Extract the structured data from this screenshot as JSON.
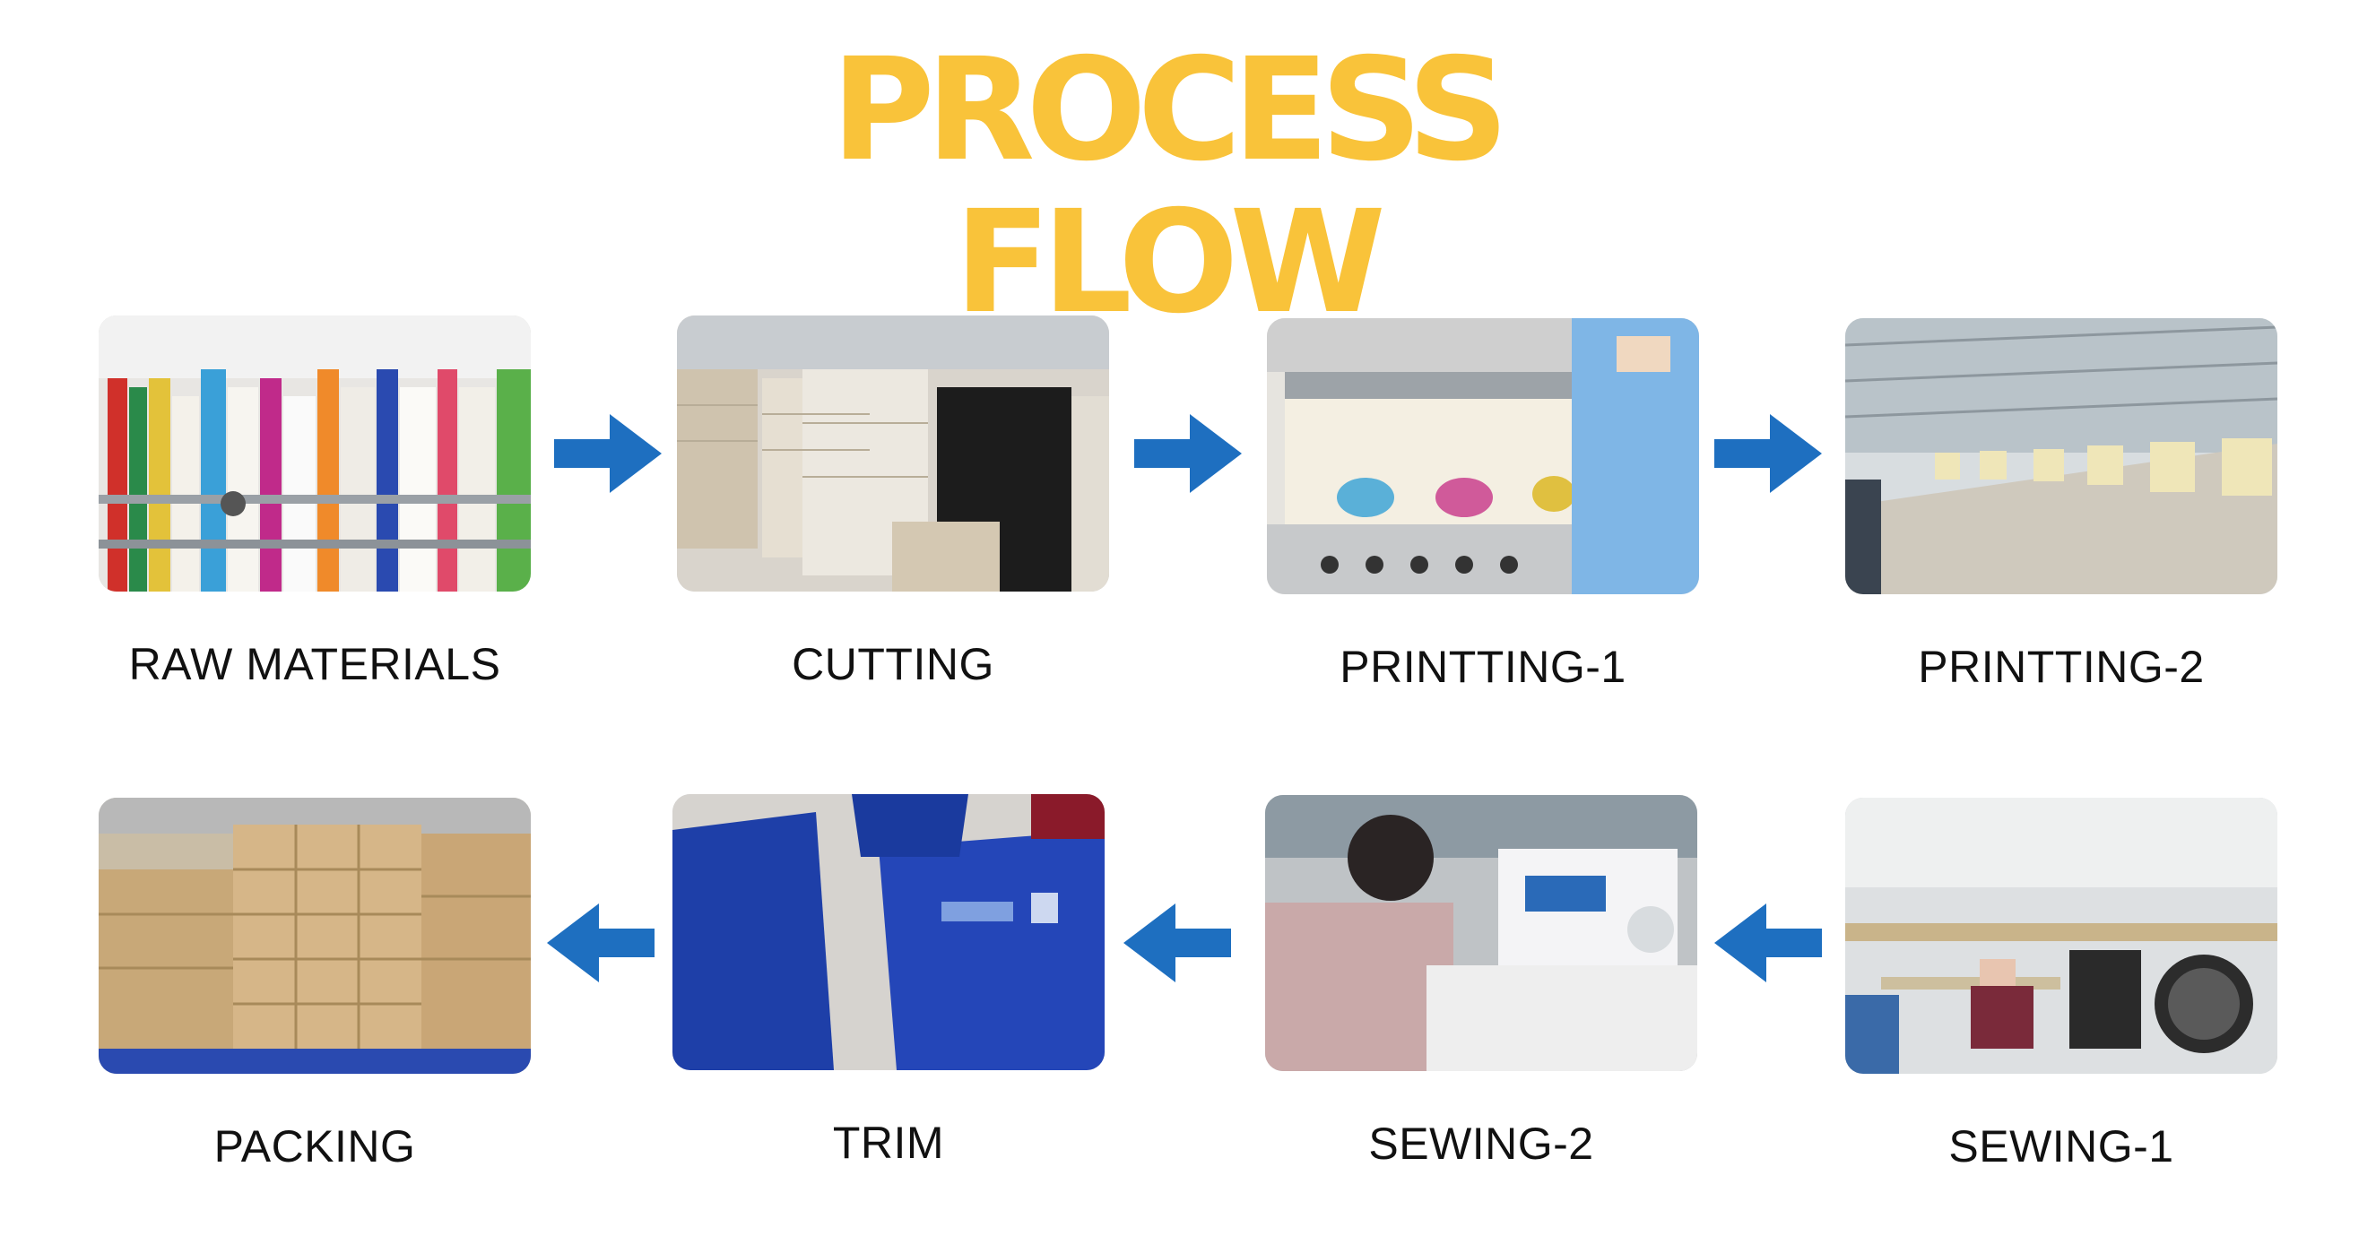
{
  "title": "PROCESS FLOW",
  "colors": {
    "title": "#F9C33A",
    "arrow": "#1E6FC0",
    "label": "#111111"
  },
  "steps": [
    {
      "label": "RAW MATERIALS"
    },
    {
      "label": "CUTTING"
    },
    {
      "label": "PRINTTING-1"
    },
    {
      "label": "PRINTTING-2"
    },
    {
      "label": "SEWING-1"
    },
    {
      "label": "SEWING-2"
    },
    {
      "label": "TRIM"
    },
    {
      "label": "PACKING"
    }
  ]
}
